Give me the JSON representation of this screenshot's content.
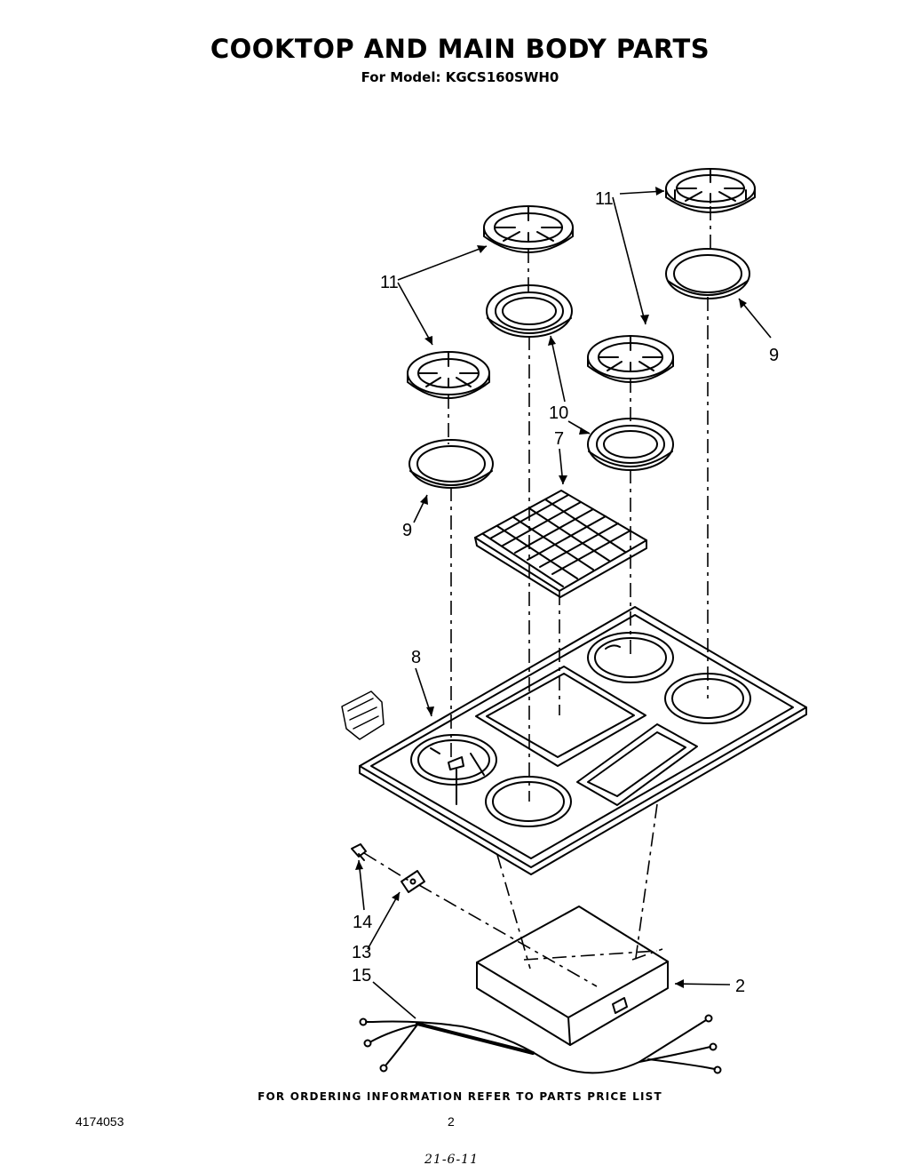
{
  "page": {
    "title": "COOKTOP AND MAIN BODY PARTS",
    "model_line": "For Model: KGCS160SWH0",
    "footer_note": "FOR ORDERING INFORMATION REFER TO PARTS PRICE LIST",
    "doc_number": "4174053",
    "page_number": "2",
    "handwritten_note": "21-6-11"
  },
  "callouts": {
    "grate_right": "11",
    "grate_left": "11",
    "ring_right": "9",
    "ring_left": "9",
    "reflector": "10",
    "griddle_cover": "7",
    "cooktop": "8",
    "burner_box": "2",
    "screw": "14",
    "bracket": "13",
    "wire_harness": "15"
  }
}
